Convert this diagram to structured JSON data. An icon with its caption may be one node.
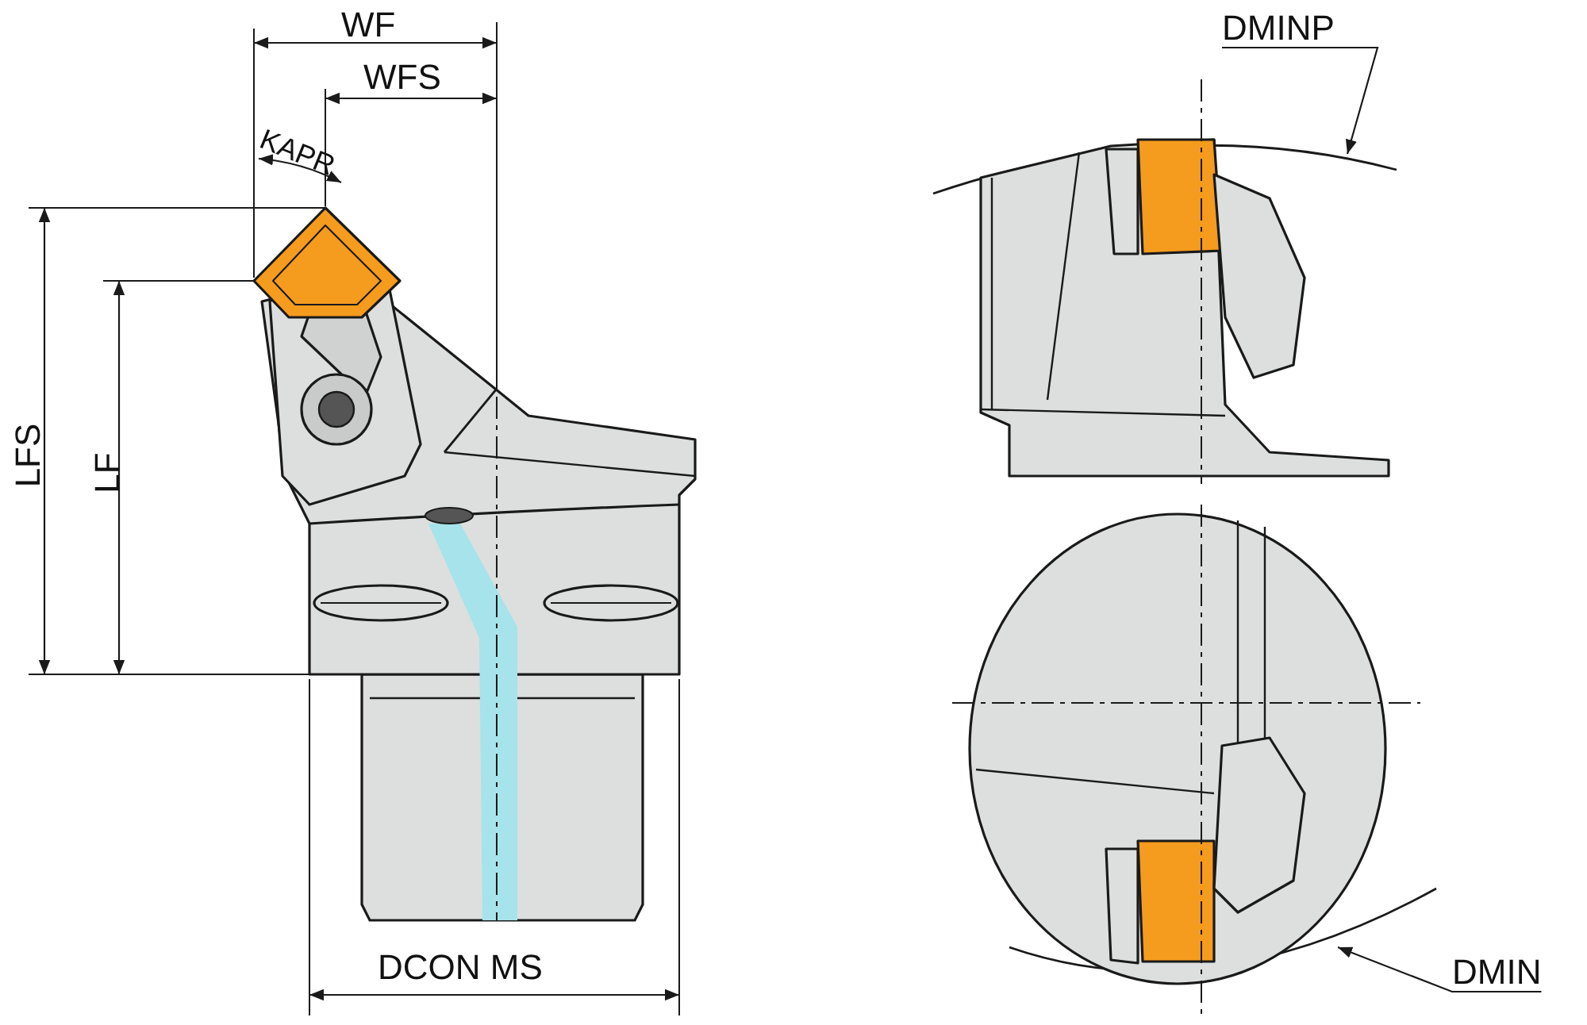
{
  "diagram": {
    "nodes": [
      {
        "text": [
          "DMINP"
        ]
      },
      {
        "text": [
          "DMIN"
        ]
      }
    ],
    "edges": [
      {
        "from": 0,
        "to": null,
        "arrow": "to"
      },
      {
        "from": 1,
        "to": null,
        "arrow": "to"
      }
    ],
    "labels": [
      "WF",
      "WFS",
      "KAPR",
      "LFS",
      "LF",
      "DCON MS"
    ]
  }
}
